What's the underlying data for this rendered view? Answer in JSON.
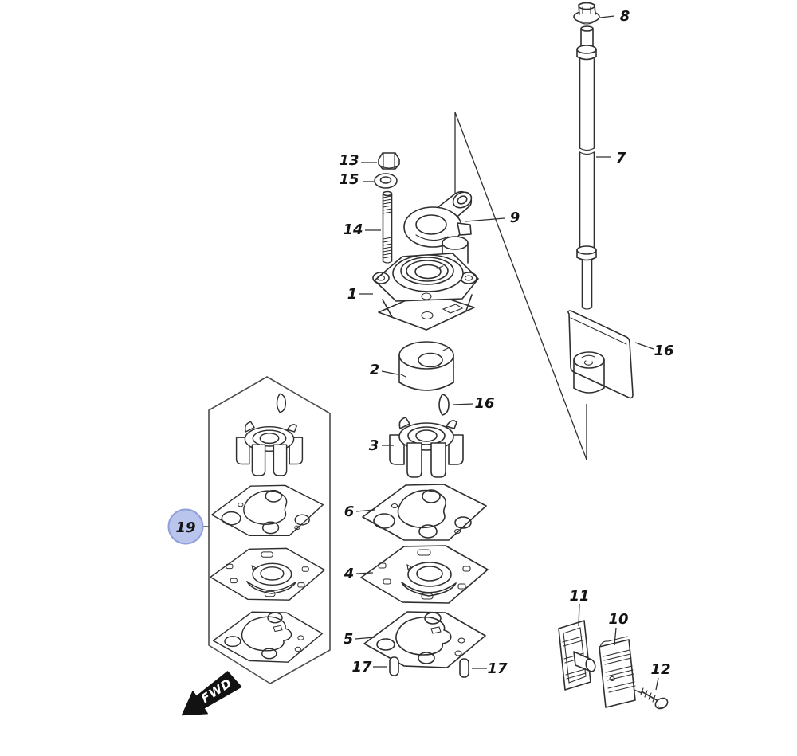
{
  "figure": {
    "kind": "exploded-parts-diagram",
    "background": "#ffffff",
    "line_color": "#2f2f2f",
    "highlight_fill": "#b9c5ec",
    "highlight_stroke": "#8f9fd9"
  },
  "fwd": {
    "label": "FWD"
  },
  "callouts": {
    "c1": "1",
    "c2": "2",
    "c3": "3",
    "c4": "4",
    "c5": "5",
    "c6": "6",
    "c7": "7",
    "c8": "8",
    "c9": "9",
    "c10": "10",
    "c11": "11",
    "c12": "12",
    "c13": "13",
    "c14": "14",
    "c15": "15",
    "c16_key": "16",
    "c16_damper": "16",
    "c17_left": "17",
    "c17_right": "17",
    "c19": "19"
  }
}
